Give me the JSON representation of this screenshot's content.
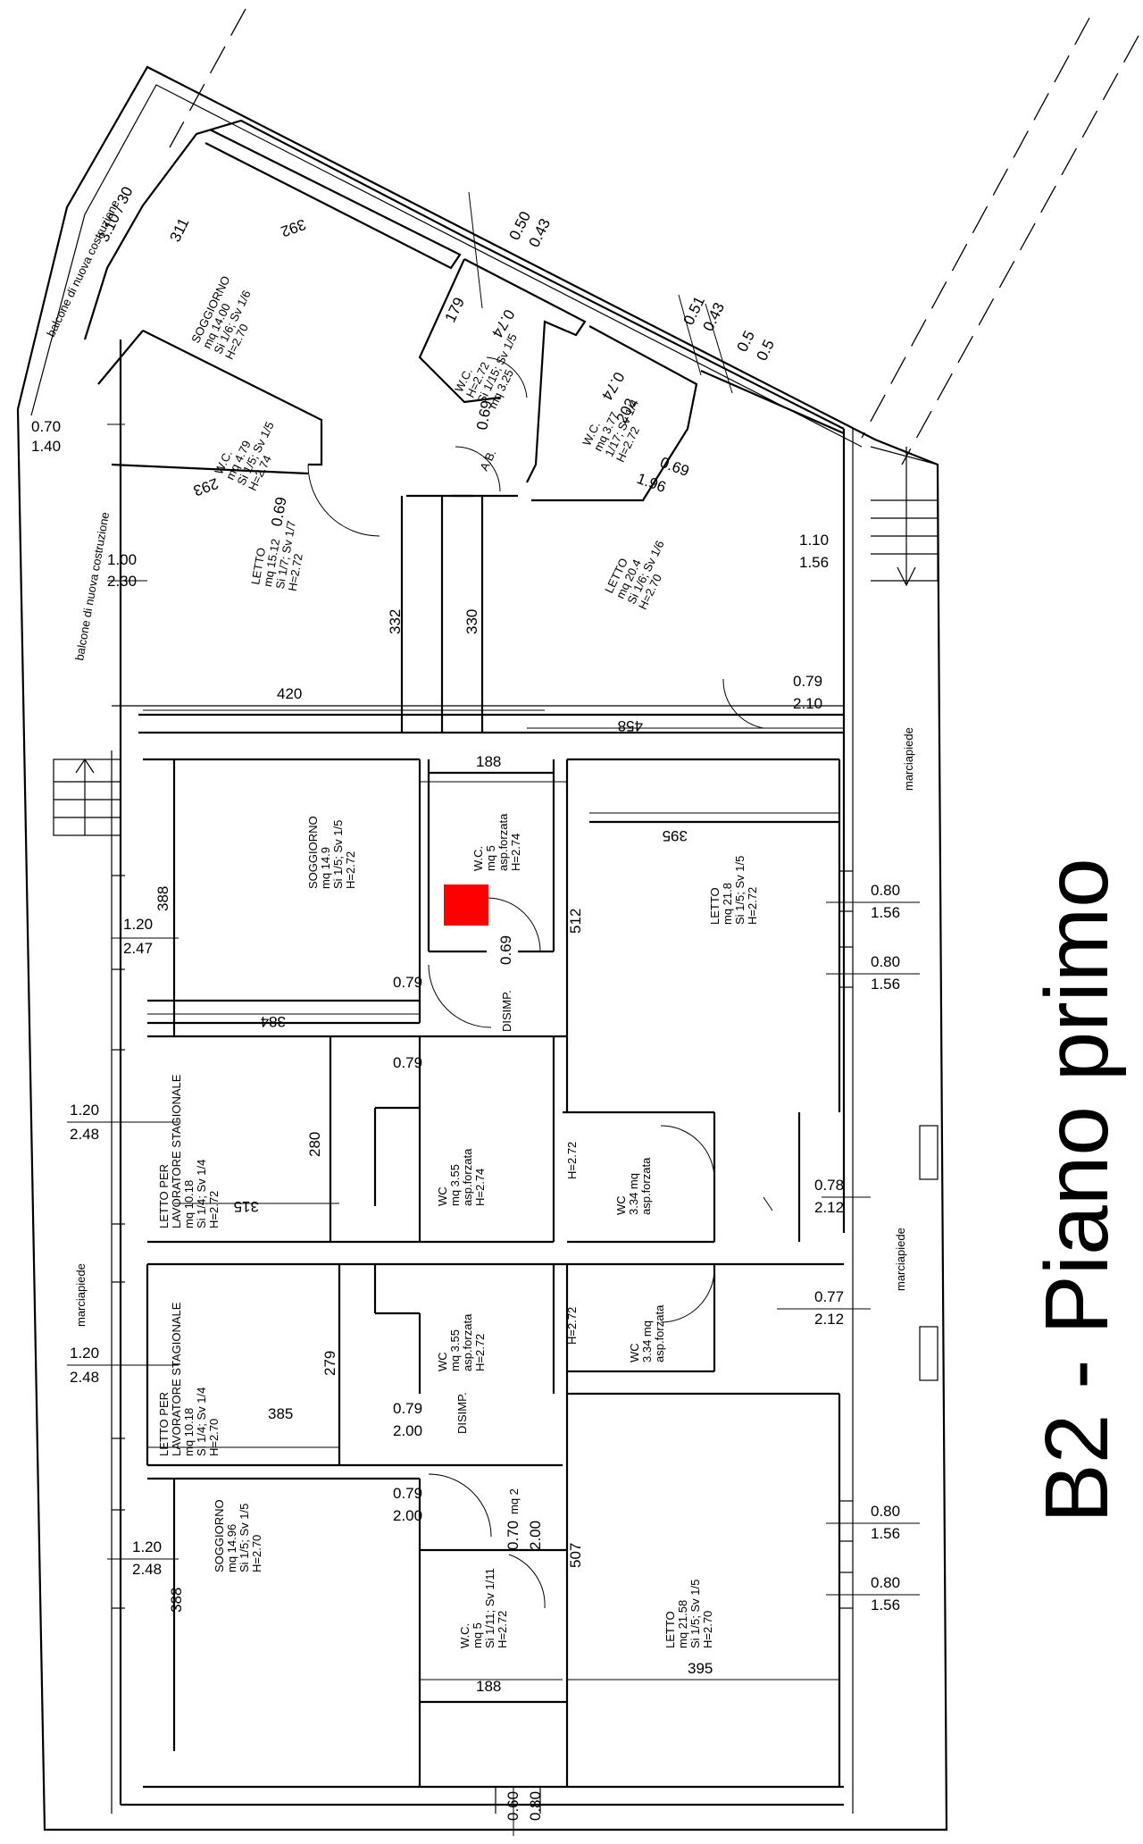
{
  "title": "B2 - Piano primo",
  "colors": {
    "line": "#000000",
    "marker": "#ff0000",
    "background": "#ffffff"
  },
  "outdoor": {
    "balcony_top": "balcone di nuova costruzione",
    "balcony_left": "balcone di nuova costruzione",
    "sidewalk_right_1": "marciapiede",
    "sidewalk_right_2": "marciapiede",
    "sidewalk_left": "marciapiede"
  },
  "rooms": {
    "top_soggiorno": [
      "SOGGIORNO",
      "mq 14.00",
      "Si 1/6; Sv 1/6",
      "H=2.70"
    ],
    "top_wc_left": [
      "W.C.",
      "mq 4.79",
      "Si 1/5; Sv 1/5",
      "H=2.74"
    ],
    "top_letto_left": [
      "LETTO",
      "mq 15.12",
      "Si 1/7; Sv 1/7",
      "H=2.72"
    ],
    "top_wc_mid": [
      "W.C.",
      "H=2.72",
      "Si 1/15; Sv 1/5",
      "mq 3.25"
    ],
    "top_wc_right": [
      "W.C.",
      "mq 3.77",
      "1/17; Sv 1/4",
      "H=2.72"
    ],
    "top_letto_right": [
      "LETTO",
      "mq 20.4",
      "Si 1/6; Sv 1/6",
      "H=2.70"
    ],
    "mid_soggiorno": [
      "SOGGIORNO",
      "mq 14.9",
      "Si 1/5; Sv 1/5",
      "H=2.72"
    ],
    "mid_wc": [
      "W.C.",
      "mq 5",
      "asp.forzata",
      "H=2.74"
    ],
    "mid_letto": [
      "LETTO",
      "mq 21.8",
      "Si 1/5; Sv 1/5",
      "H=2.72"
    ],
    "mid_disimp": [
      "DISIMP."
    ],
    "seasonal_1": [
      "LETTO PER",
      "LAVORATORE STAGIONALE",
      "mq 10.18",
      "Si 1/4; Sv 1/4",
      "H=2.72"
    ],
    "wc_a": [
      "WC",
      "mq 3.55",
      "asp.forzata",
      "H=2.74"
    ],
    "wc_b": [
      "WC",
      "3.34 mq",
      "asp.forzata"
    ],
    "wc_b_h": [
      "H=2.72"
    ],
    "seasonal_2": [
      "LETTO PER",
      "LAVORATORE STAGIONALE",
      "mq 10.18",
      "Si 1/4; Sv 1/4",
      "H=2.70"
    ],
    "wc_c": [
      "WC",
      "mq 3.55",
      "asp.forzata",
      "H=2.72"
    ],
    "wc_d": [
      "WC",
      "3.34 mq",
      "asp.forzata"
    ],
    "wc_d_h": [
      "H=2.72"
    ],
    "bot_disimp": [
      "DISIMP."
    ],
    "bot_soggiorno": [
      "SOGGIORNO",
      "mq 14.96",
      "Si 1/5; Sv 1/5",
      "H=2.70"
    ],
    "bot_wc": [
      "W.C.",
      "mq 5",
      "Si 1/11; Sv 1/11",
      "H=2.72"
    ],
    "bot_letto": [
      "LETTO",
      "mq 21.58",
      "Si 1/5; Sv 1/5",
      "H=2.70"
    ]
  },
  "dimensions": {
    "d311": "311",
    "d392": "392",
    "d310_30": "3.10 / 30",
    "d050": "0.50",
    "d043a": "0.43",
    "d051": "0.51",
    "d043b": "0.43",
    "d05a": "0.5",
    "d05b": "0.5",
    "d179": "179",
    "d070_t": "0.70",
    "d140": "1.40",
    "d293": "293",
    "d069a": "0.69",
    "d100": "1.00",
    "d230": "2.30",
    "d069b": "0.69",
    "d332": "332",
    "d330": "330",
    "d069c": "0.69",
    "d196": "1.96",
    "d202": "202",
    "d074a": "0.74",
    "d074b": "0.74",
    "d110": "1.10",
    "d156a": "1.56",
    "d420": "420",
    "d458": "458",
    "d079a": "0.79",
    "d210": "2.10",
    "d188a": "188",
    "d395a": "395",
    "d388a": "388",
    "d120a": "1.20",
    "d247": "2.47",
    "d080a": "0.80",
    "d156b": "1.56",
    "d080b": "0.80",
    "d156c": "1.56",
    "d069d": "0.69",
    "d512": "512",
    "d079b": "0.79",
    "d384": "384",
    "d079c": "0.79",
    "d280": "280",
    "d120b": "1.20",
    "d248a": "2.48",
    "d315": "315",
    "d078": "0.78",
    "d212a": "2.12",
    "d077": "0.77",
    "d212b": "2.12",
    "d279": "279",
    "d120c": "1.20",
    "d248b": "2.48",
    "d385": "385",
    "d079d": "0.79",
    "d200a": "2.00",
    "d079e": "0.79",
    "d200b": "2.00",
    "d070": "0.70",
    "d200c": "2.00",
    "mq2": "mq 2",
    "d507": "507",
    "d120d": "1.20",
    "d248c": "2.48",
    "d388b": "388",
    "d080c": "0.80",
    "d156d": "1.56",
    "d080d": "0.80",
    "d156e": "1.56",
    "d188b": "188",
    "d395b": "395",
    "d060": "0.60",
    "d080e": "0.80",
    "ab": "A.B."
  }
}
